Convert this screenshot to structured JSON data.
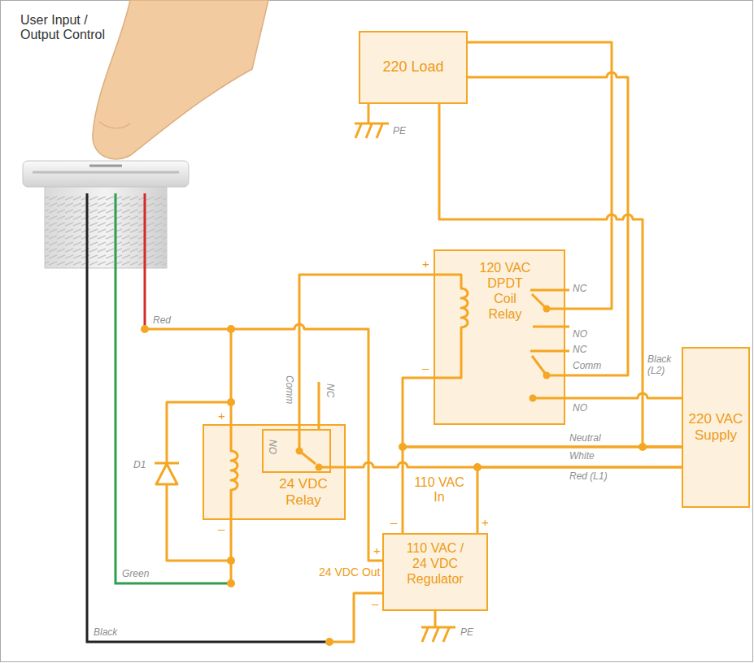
{
  "diagram": {
    "nodes": [
      {
        "text": [
          "220 Load"
        ]
      },
      {
        "text": [
          "120 VAC DPDT Coil Relay"
        ]
      },
      {
        "text": [
          "220 VAC Supply"
        ]
      },
      {
        "text": [
          "24 VDC Relay"
        ]
      },
      {
        "text": [
          "NO"
        ],
        "in": 3
      },
      {
        "text": [
          "110 VAC / 24 VDC Regulator"
        ]
      }
    ],
    "edges": [
      {
        "from": 1,
        "to": 4,
        "arrow": "none"
      },
      {
        "from": 4,
        "to": 2,
        "arrow": "none"
      },
      {
        "from": 2,
        "to": 5,
        "arrow": "none"
      },
      {
        "from": 5,
        "to": 3,
        "arrow": "none"
      },
      {
        "from": 0,
        "to": 1,
        "arrow": "none"
      },
      {
        "from": 0,
        "to": 1,
        "arrow": "none"
      },
      {
        "from": 0,
        "to": 2,
        "arrow": "none"
      },
      {
        "from": 1,
        "to": 2,
        "arrow": "none"
      },
      {
        "from": 1,
        "to": 2,
        "arrow": "none"
      },
      {
        "from": 2,
        "to": 5,
        "arrow": "none"
      }
    ],
    "labels": [
      "User Input / Output Control",
      "Red",
      "Green",
      "Black",
      "D1",
      "+",
      "–",
      "Comm",
      "NC",
      "+",
      "–",
      "NC",
      "NO",
      "NC",
      "Comm",
      "NO",
      "Black (L2)",
      "Neutral",
      "White",
      "Red (L1)",
      "110 VAC In",
      "–",
      "+",
      "24 VDC Out",
      "+",
      "–",
      "PE",
      "PE"
    ]
  }
}
